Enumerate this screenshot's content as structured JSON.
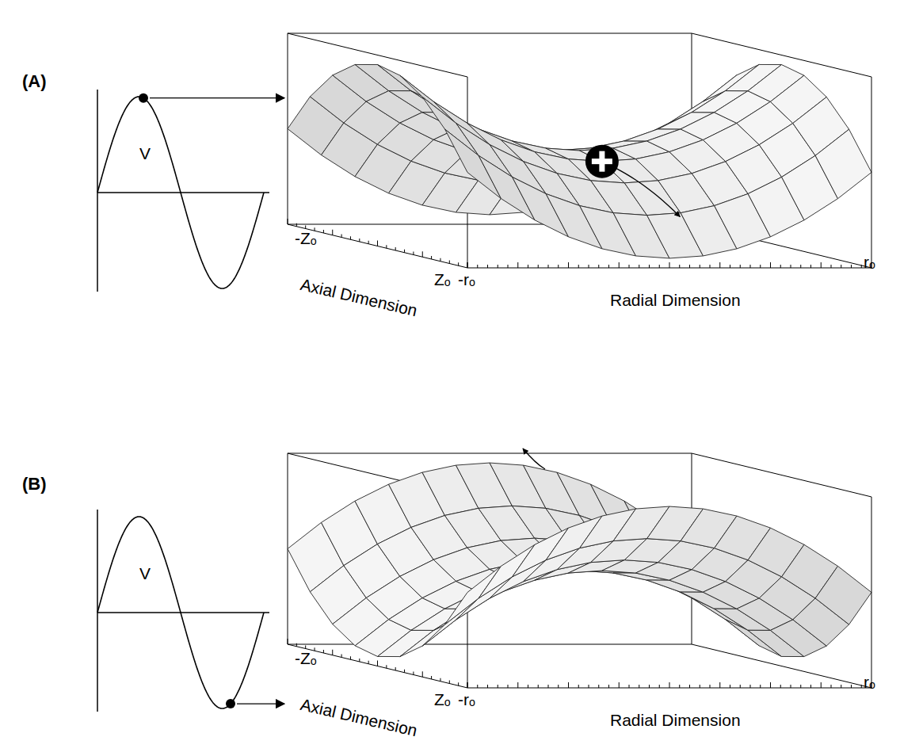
{
  "diagram": {
    "labels": [
      "(A)",
      "V",
      "-Zₒ",
      "Zₒ",
      "-rₒ",
      "rₒ",
      "Axial Dimension",
      "Radial Dimension",
      "(B)",
      "V",
      "-Zₒ",
      "Zₒ",
      "-rₒ",
      "rₒ",
      "Axial Dimension",
      "Radial Dimension"
    ]
  }
}
